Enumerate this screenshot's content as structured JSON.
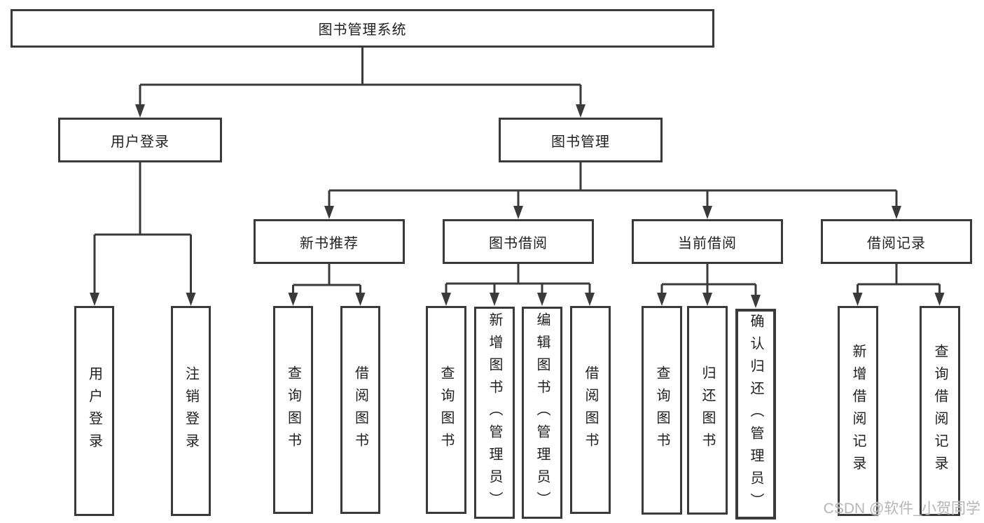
{
  "diagram": {
    "type": "hierarchy-flowchart",
    "tree": {
      "root": {
        "label": "图书管理系统"
      },
      "children": [
        {
          "label": "用户登录",
          "children": [
            {
              "label": "用户登录"
            },
            {
              "label": "注销登录"
            }
          ]
        },
        {
          "label": "图书管理",
          "children": [
            {
              "label": "新书推荐",
              "children": [
                {
                  "label": "查询图书"
                },
                {
                  "label": "借阅图书"
                }
              ]
            },
            {
              "label": "图书借阅",
              "children": [
                {
                  "label": "查询图书"
                },
                {
                  "label": "新增图书（管理员）"
                },
                {
                  "label": "编辑图书（管理员）"
                },
                {
                  "label": "借阅图书"
                }
              ]
            },
            {
              "label": "当前借阅",
              "children": [
                {
                  "label": "查询图书"
                },
                {
                  "label": "归还图书"
                },
                {
                  "label": "确认归还（管理员）"
                }
              ]
            },
            {
              "label": "借阅记录",
              "children": [
                {
                  "label": "新增借阅记录"
                },
                {
                  "label": "查询借阅记录"
                }
              ]
            }
          ]
        }
      ]
    },
    "colors": {
      "line": "#3a3a3a",
      "text": "#1f1f1f",
      "background": "#ffffff",
      "watermark": "#b6b6b6"
    }
  },
  "watermark": {
    "text": "CSDN @软件_小贺同学"
  }
}
